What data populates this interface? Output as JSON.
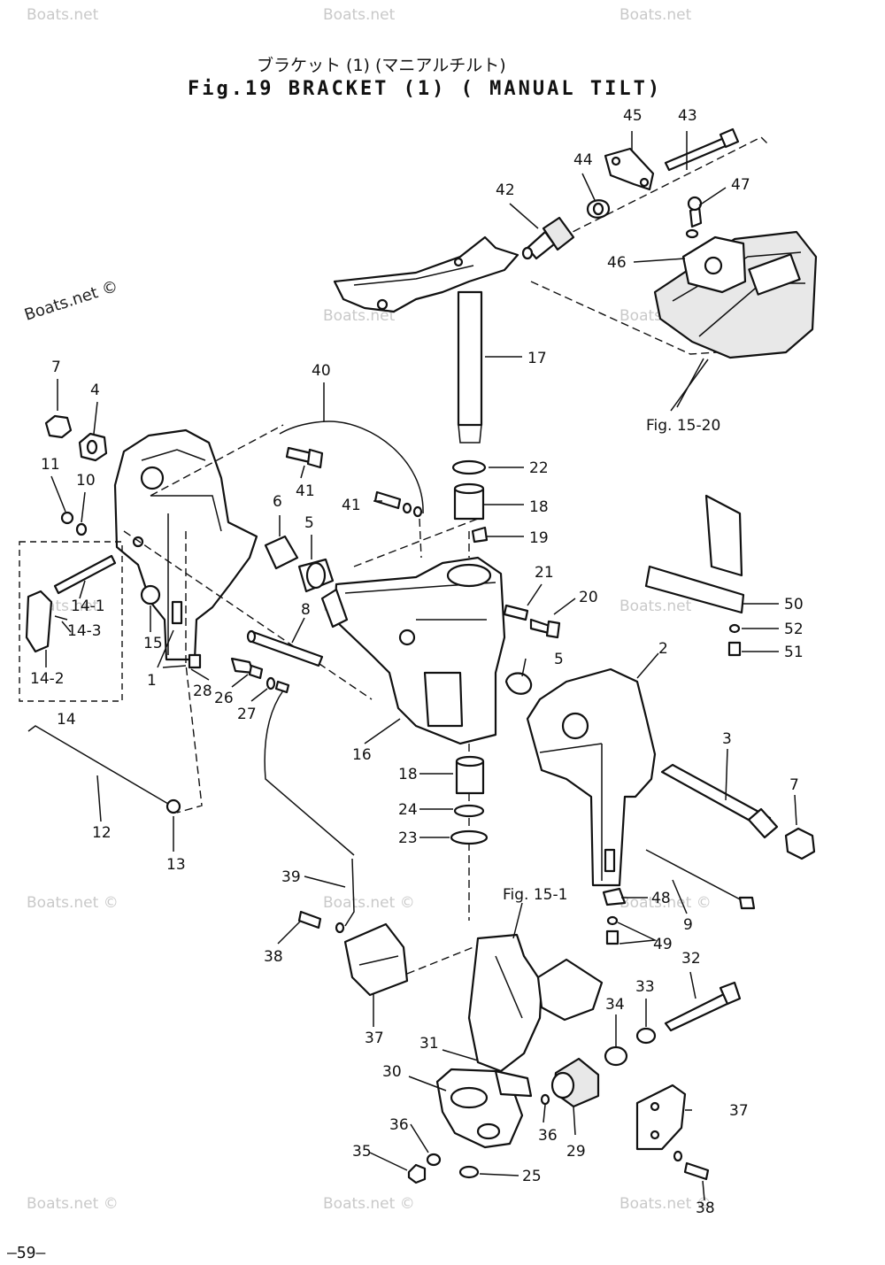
{
  "title": {
    "japanese": "ブラケット (1) (マニアルチルト)",
    "english": "Fig.19 BRACKET (1) ( MANUAL TILT)"
  },
  "watermark": "Boats.net",
  "watermark_copyright": "Boats.net ©",
  "page_number": "—59—",
  "figure_refs": [
    "Fig. 15-20",
    "Fig. 15-1"
  ],
  "callouts": [
    "45",
    "43",
    "44",
    "47",
    "42",
    "46",
    "17",
    "7",
    "4",
    "40",
    "11",
    "10",
    "41",
    "6",
    "5",
    "41",
    "22",
    "18",
    "19",
    "21",
    "20",
    "50",
    "52",
    "51",
    "14-1",
    "15",
    "8",
    "14-3",
    "14-2",
    "1",
    "28",
    "26",
    "5",
    "2",
    "27",
    "14",
    "16",
    "3",
    "18",
    "7",
    "24",
    "12",
    "13",
    "23",
    "39",
    "48",
    "9",
    "49",
    "38",
    "32",
    "33",
    "34",
    "37",
    "31",
    "30",
    "37",
    "36",
    "36",
    "29",
    "35",
    "25",
    "38"
  ]
}
